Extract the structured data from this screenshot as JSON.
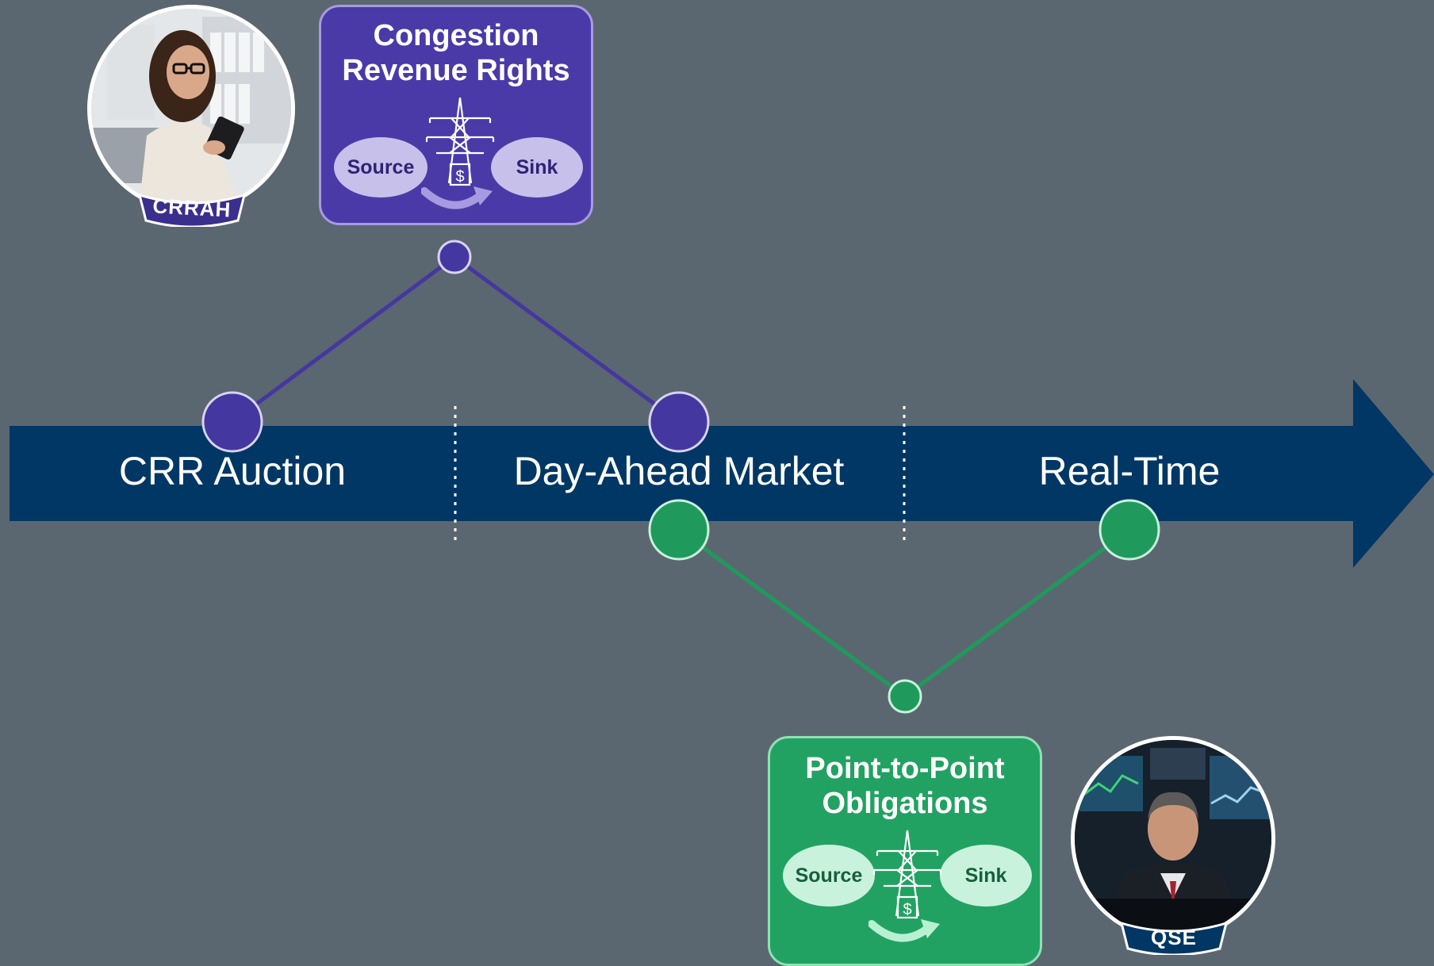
{
  "colors": {
    "background": "#5b6770",
    "timeline": "#003764",
    "crr_purple": "#4537a0",
    "crr_box": "#4a3aa8",
    "crr_oval": "#c7c0ea",
    "ptp_green": "#1f9a5c",
    "ptp_box": "#22a262",
    "ptp_oval": "#c9f2dc",
    "divider": "#ffffff"
  },
  "timeline": {
    "stages": [
      {
        "label": "CRR Auction"
      },
      {
        "label": "Day-Ahead Market"
      },
      {
        "label": "Real-Time"
      }
    ]
  },
  "crr_box": {
    "title_line1": "Congestion",
    "title_line2": "Revenue Rights",
    "source": "Source",
    "sink": "Sink",
    "dollar": "$",
    "icon": "transmission-tower-icon"
  },
  "ptp_box": {
    "title_line1": "Point-to-Point",
    "title_line2": "Obligations",
    "source": "Source",
    "sink": "Sink",
    "dollar": "$",
    "icon": "transmission-tower-icon"
  },
  "crrah": {
    "badge": "CRRAH",
    "icon": "person-with-calculator-photo"
  },
  "qse": {
    "badge": "QSE",
    "icon": "trader-at-monitors-photo"
  }
}
